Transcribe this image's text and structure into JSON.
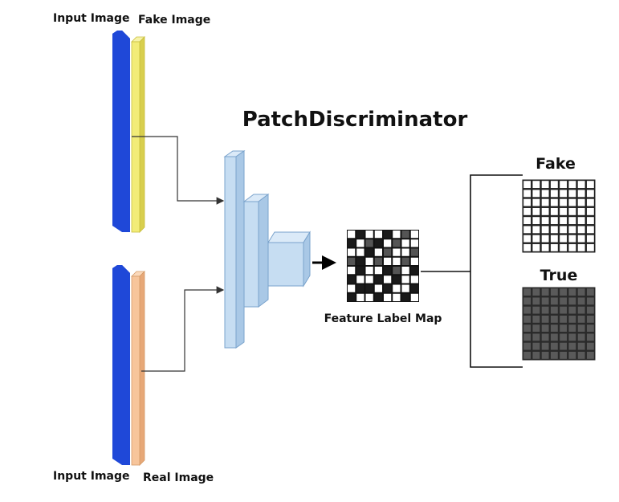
{
  "title": "PatchDiscriminator",
  "inputs": {
    "top": {
      "input_label": "Input Image",
      "pair_label": "Fake Image"
    },
    "bottom": {
      "input_label": "Input Image",
      "pair_label": "Real Image"
    }
  },
  "feature_map": {
    "label": "Feature Label Map"
  },
  "outputs": {
    "fake": {
      "label": "Fake"
    },
    "true": {
      "label": "True"
    }
  },
  "colors": {
    "input_blue": "#1f48d8",
    "fake_yellow": "#f2ec78",
    "real_peach": "#f7c59b",
    "conv_blue": "#c6ddf2",
    "conv_stroke": "#7aa3cc",
    "grid_dark": "#555555",
    "grid_black": "#111111"
  },
  "feature_pattern": [
    "10110101",
    "01001011",
    "11010110",
    "00101101",
    "10110010",
    "01101011",
    "10010110",
    "01101101"
  ]
}
